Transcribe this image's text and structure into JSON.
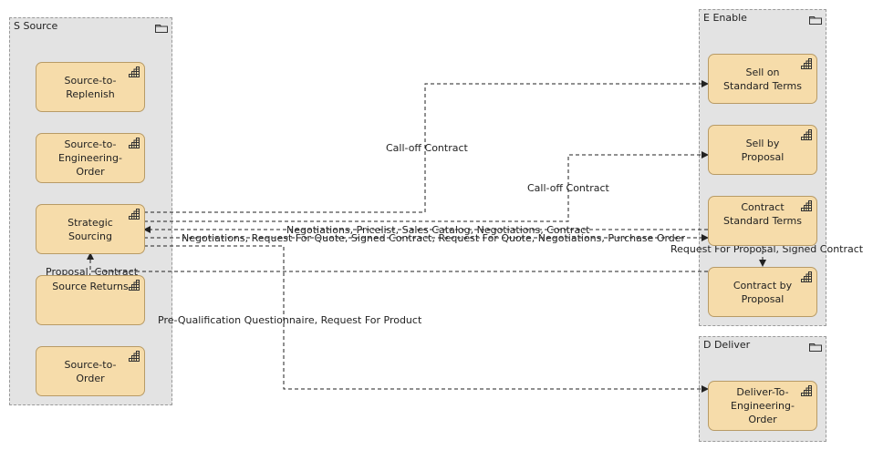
{
  "groups": {
    "source": {
      "title": "S Source"
    },
    "enable": {
      "title": "E Enable"
    },
    "deliver": {
      "title": "D Deliver"
    }
  },
  "nodes": {
    "source_to_replenish": "Source-to-\nReplenish",
    "source_to_engineering_order": "Source-to-\nEngineering-\nOrder",
    "strategic_sourcing": "Strategic\nSourcing",
    "source_returns": "Source Returns",
    "source_to_order": "Source-to-\nOrder",
    "sell_on_standard_terms": "Sell on\nStandard Terms",
    "sell_by_proposal": "Sell by\nProposal",
    "contract_standard_terms": "Contract\nStandard Terms",
    "contract_by_proposal": "Contract by\nProposal",
    "deliver_to_engineering_order": "Deliver-To-\nEngineering-\nOrder"
  },
  "edges": {
    "calloff_1": "Call-off Contract",
    "calloff_2": "Call-off Contract",
    "negotiations_pricelist": "Negotiations, Pricelist, Sales Catalog, Negotiations, Contract",
    "negotiations_rfq": "Negotiations, Request For Quote, Signed Contract, Request For Quote, Negotiations, Purchase Order",
    "rfp_signed": "Request For Proposal, Signed Contract",
    "proposal_contract": "Proposal, Contract",
    "prequal": "Pre-Qualification Questionnaire, Request For Product"
  },
  "colors": {
    "group_fill": "#e3e3e3",
    "node_fill": "#f6dcaa",
    "node_border": "#b89b66"
  }
}
